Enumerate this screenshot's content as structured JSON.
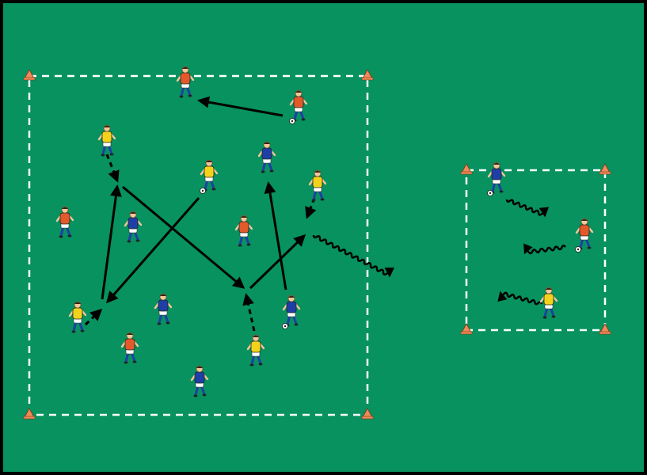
{
  "colors": {
    "pitch": "#07925f",
    "lines": "#ffffff",
    "arrows": "#000000",
    "team_blue": "#1f3fa6",
    "team_orange": "#e2592a",
    "team_yellow": "#f2d21b",
    "cone": "#f08a58",
    "skin": "#f3c79c",
    "shorts": "#ffffff",
    "socks": "#1f3fa6"
  },
  "diagram": {
    "main_area": {
      "label": ""
    },
    "side_area": {
      "label": ""
    },
    "players": [
      {
        "team": "orange",
        "ball": false
      },
      {
        "team": "orange",
        "ball": true
      },
      {
        "team": "yellow",
        "ball": false
      },
      {
        "team": "yellow",
        "ball": true
      },
      {
        "team": "blue",
        "ball": false
      },
      {
        "team": "yellow",
        "ball": false
      },
      {
        "team": "orange",
        "ball": false
      },
      {
        "team": "blue",
        "ball": false
      },
      {
        "team": "orange",
        "ball": false
      },
      {
        "team": "yellow",
        "ball": false
      },
      {
        "team": "blue",
        "ball": false
      },
      {
        "team": "blue",
        "ball": true
      },
      {
        "team": "orange",
        "ball": false
      },
      {
        "team": "yellow",
        "ball": false
      },
      {
        "team": "blue",
        "ball": false
      },
      {
        "team": "blue",
        "ball": true
      },
      {
        "team": "orange",
        "ball": true
      },
      {
        "team": "yellow",
        "ball": false
      }
    ]
  }
}
